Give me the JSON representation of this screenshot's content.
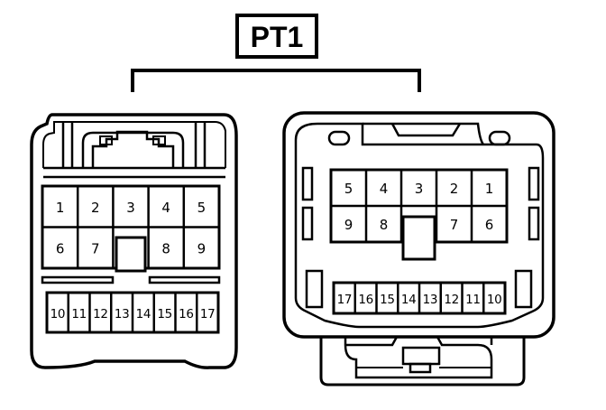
{
  "title": "PT1",
  "left_connector": {
    "top_row": [
      "1",
      "2",
      "3",
      "4",
      "5"
    ],
    "middle_row": [
      "6",
      "7",
      "",
      "8",
      "9"
    ],
    "bottom_row": [
      "10",
      "11",
      "12",
      "13",
      "14",
      "15",
      "16",
      "17"
    ]
  },
  "right_connector": {
    "top_row": [
      "5",
      "4",
      "3",
      "2",
      "1"
    ],
    "middle_row": [
      "9",
      "8",
      "",
      "7",
      "6"
    ],
    "bottom_row": [
      "17",
      "16",
      "15",
      "14",
      "13",
      "12",
      "11",
      "10"
    ]
  }
}
